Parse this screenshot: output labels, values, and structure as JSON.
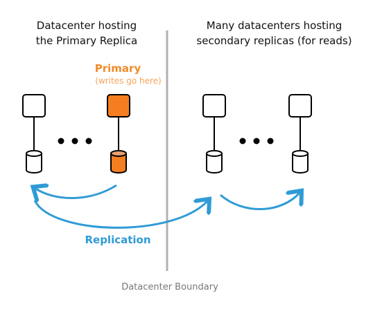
{
  "labels": {
    "left_datacenter": [
      "Datacenter hosting",
      "the Primary Replica"
    ],
    "right_datacenter": [
      "Many datacenters hosting",
      "secondary replicas (for reads)"
    ],
    "primary_title": "Primary",
    "primary_subtitle": "(writes go here)",
    "replication": "Replication",
    "boundary": "Datacenter Boundary"
  },
  "colors": {
    "primary": "#f57f20",
    "primary_text": "#f08c2a",
    "replication": "#2f9bd6",
    "boundary_line": "#b0b0b0",
    "node_stroke": "#000000"
  },
  "nodes": [
    {
      "group": "left",
      "role": "replica"
    },
    {
      "group": "left",
      "role": "primary"
    },
    {
      "group": "right",
      "role": "secondary"
    },
    {
      "group": "right",
      "role": "secondary"
    }
  ]
}
